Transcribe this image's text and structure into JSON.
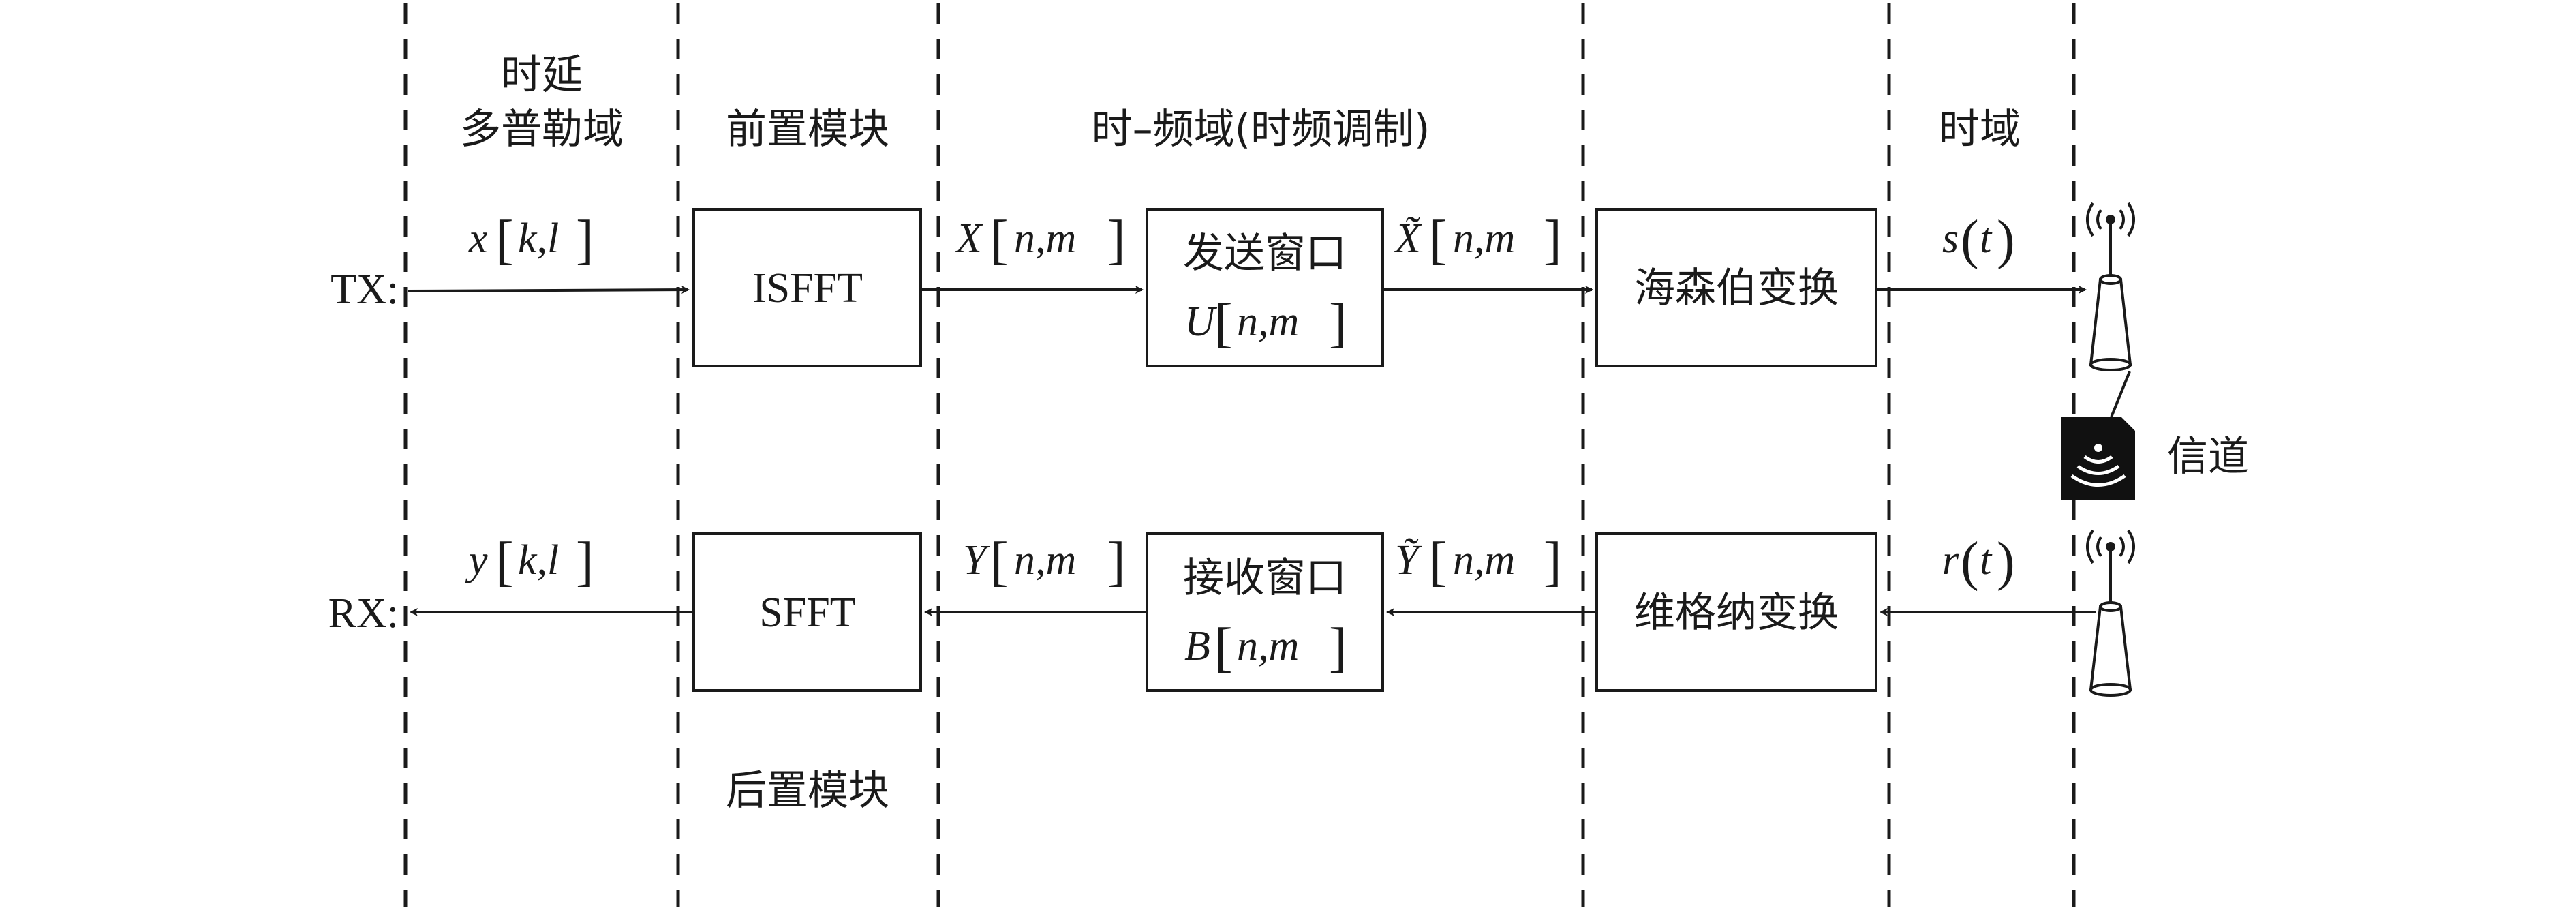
{
  "domains": {
    "delay_doppler_line1": "时延",
    "delay_doppler_line2": "多普勒域",
    "pre_module": "前置模块",
    "time_freq": "时–频域(时频调制)",
    "time": "时域",
    "post_module": "后置模块"
  },
  "rows": {
    "tx_label": "TX:",
    "rx_label": "RX:"
  },
  "blocks": {
    "isfft": "ISFFT",
    "sfft": "SFFT",
    "tx_window_line1": "发送窗口",
    "tx_window_var": "U",
    "rx_window_line1": "接收窗口",
    "rx_window_var": "B",
    "heisenberg": "海森伯变换",
    "wigner": "维格纳变换"
  },
  "signals": {
    "tx_dd": {
      "var": "x",
      "args": "k,l"
    },
    "tx_tf": {
      "var": "X",
      "args": "n,m"
    },
    "tx_tf_win": {
      "var": "X̃",
      "args": "n,m"
    },
    "tx_time": {
      "var": "s",
      "args": "t"
    },
    "rx_dd": {
      "var": "y",
      "args": "k,l"
    },
    "rx_tf": {
      "var": "Y",
      "args": "n,m"
    },
    "rx_tf_win": {
      "var": "Ỹ",
      "args": "n,m"
    },
    "rx_time": {
      "var": "r",
      "args": "t"
    },
    "window_args": "n,m"
  },
  "channel": {
    "label": "信道",
    "icon": "wireless-channel-icon"
  },
  "antennas": {
    "tx": "antenna-icon",
    "rx": "antenna-icon"
  },
  "colors": {
    "stroke": "#1a1a1a",
    "background": "#ffffff"
  }
}
